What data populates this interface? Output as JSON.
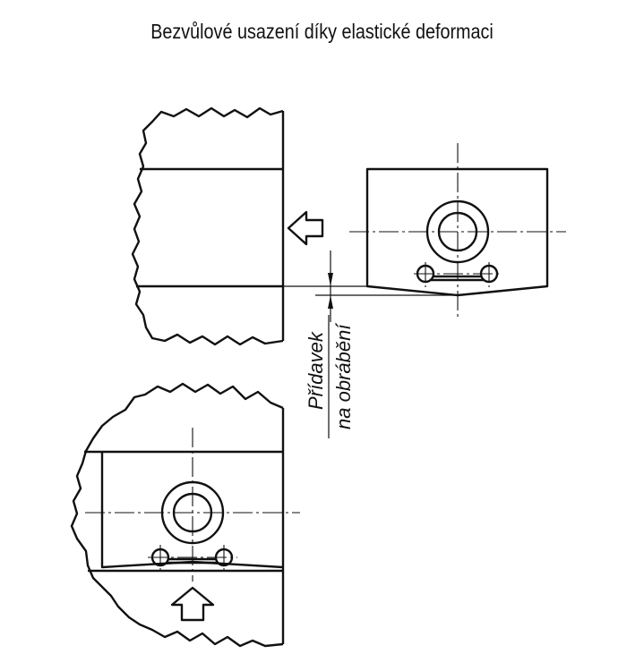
{
  "diagram": {
    "title": "Bezvůlové usazení díky elastické deformaci",
    "allowance_label_line1": "Přídavek",
    "allowance_label_line2": "na obrábění"
  }
}
